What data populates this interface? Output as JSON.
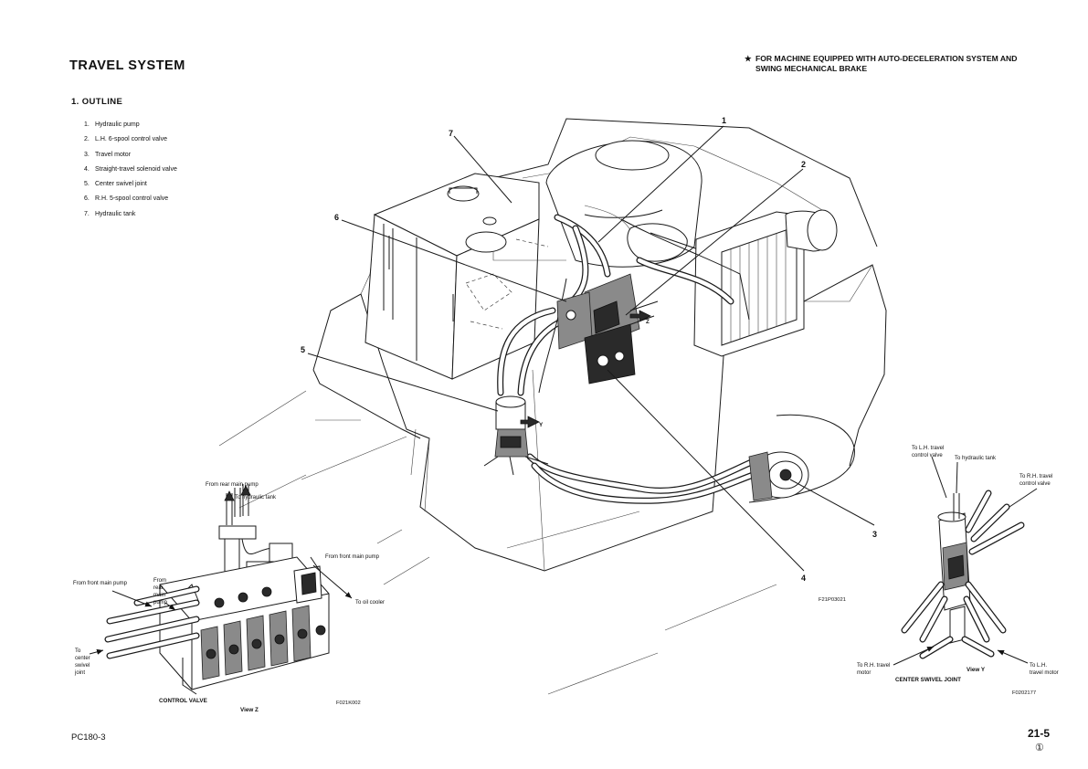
{
  "header": {
    "title": "TRAVEL SYSTEM",
    "note_marker": "★",
    "note_line1": "FOR MACHINE EQUIPPED WITH AUTO-DECELERATION SYSTEM AND",
    "note_line2": "SWING MECHANICAL BRAKE"
  },
  "section": {
    "heading": "1.  OUTLINE",
    "items": [
      {
        "num": "1.",
        "label": "Hydraulic pump"
      },
      {
        "num": "2.",
        "label": "L.H. 6-spool control valve"
      },
      {
        "num": "3.",
        "label": "Travel motor"
      },
      {
        "num": "4.",
        "label": "Straight-travel solenoid valve"
      },
      {
        "num": "5.",
        "label": "Center swivel joint"
      },
      {
        "num": "6.",
        "label": "R.H. 5-spool control valve"
      },
      {
        "num": "7.",
        "label": "Hydraulic tank"
      }
    ]
  },
  "main_diagram": {
    "callouts": [
      "1",
      "2",
      "3",
      "4",
      "5",
      "6",
      "7"
    ],
    "view_marker_z": "Z",
    "view_marker_y": "Y",
    "figure_id": "F21P03021"
  },
  "view_z": {
    "label_from_rear_main_pump": "From rear main pump",
    "label_to_hydraulic_tank": "To hydraulic tank",
    "label_from_front_main_pump_right": "From front main pump",
    "label_to_oil_cooler": "To oil cooler",
    "label_from_front_main_pump_left": "From front main pump",
    "label_from_rear_main_pump_stack": [
      "From",
      "rear",
      "main",
      "pump"
    ],
    "label_to_center_swivel_joint": [
      "To",
      "center",
      "swivel",
      "joint"
    ],
    "caption_component": "CONTROL VALVE",
    "caption_view": "View Z",
    "figure_id": "F021K002"
  },
  "view_y": {
    "label_to_lh_travel_control_valve": [
      "To L.H. travel",
      "control valve"
    ],
    "label_to_hydraulic_tank": "To hydraulic tank",
    "label_to_rh_travel_control_valve": [
      "To R.H. travel",
      "control valve"
    ],
    "label_to_rh_travel_motor": [
      "To R.H. travel",
      "motor"
    ],
    "label_to_lh_travel_motor": [
      "To L.H.",
      "travel motor"
    ],
    "caption_view": "View Y",
    "caption_component": "CENTER SWIVEL JOINT",
    "figure_id": "F0202177"
  },
  "footer": {
    "model": "PC180-3",
    "page": "21-5",
    "revision": "①"
  }
}
